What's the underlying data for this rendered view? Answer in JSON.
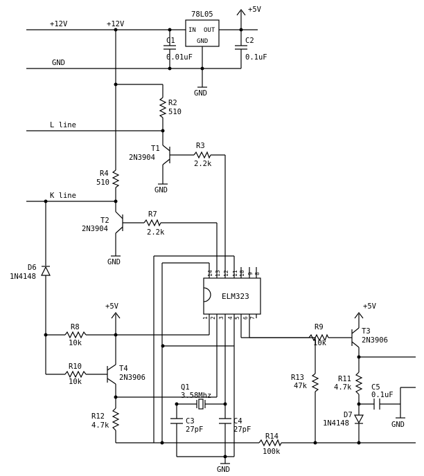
{
  "nets": {
    "v12": "+12V",
    "v12b": "+12V",
    "gnd_line": "GND",
    "l_line": "L line",
    "k_line": "K line",
    "v5_top": "+5V",
    "v5_t4": "+5V",
    "v5_t3": "+5V",
    "gnd_reg": "GND",
    "gnd_t1": "GND",
    "gnd_t2": "GND",
    "gnd_bottom": "GND",
    "gnd_c5": "GND"
  },
  "regulator": {
    "part": "78L05",
    "in": "IN",
    "out": "OUT",
    "gnd": "GND"
  },
  "ic": {
    "name": "ELM323",
    "pins": [
      "14",
      "13",
      "12",
      "11",
      "10",
      "9",
      "8",
      "1",
      "2",
      "3",
      "4",
      "5",
      "6",
      "7"
    ]
  },
  "components": {
    "c1": {
      "ref": "C1",
      "value": "0.01uF"
    },
    "c2": {
      "ref": "C2",
      "value": "0.1uF"
    },
    "r2": {
      "ref": "R2",
      "value": "510"
    },
    "t1": {
      "ref": "T1",
      "value": "2N3904"
    },
    "r3": {
      "ref": "R3",
      "value": "2.2k"
    },
    "r4": {
      "ref": "R4",
      "value": "510"
    },
    "t2": {
      "ref": "T2",
      "value": "2N3904"
    },
    "r7": {
      "ref": "R7",
      "value": "2.2k"
    },
    "d6": {
      "ref": "D6",
      "value": "1N4148"
    },
    "r8": {
      "ref": "R8",
      "value": "10k"
    },
    "r10": {
      "ref": "R10",
      "value": "10k"
    },
    "t4": {
      "ref": "T4",
      "value": "2N3906"
    },
    "r12": {
      "ref": "R12",
      "value": "4.7k"
    },
    "q1": {
      "ref": "Q1",
      "value": "3.58Mhz"
    },
    "c3": {
      "ref": "C3",
      "value": "27pF"
    },
    "c4": {
      "ref": "C4",
      "value": "27pF"
    },
    "r13": {
      "ref": "R13",
      "value": "47k"
    },
    "r14": {
      "ref": "R14",
      "value": "100k"
    },
    "r9": {
      "ref": "R9",
      "value": "10k"
    },
    "t3": {
      "ref": "T3",
      "value": "2N3906"
    },
    "r11": {
      "ref": "R11",
      "value": "4.7k"
    },
    "c5": {
      "ref": "C5",
      "value": "0.1uF"
    },
    "d7": {
      "ref": "D7",
      "value": "1N4148"
    }
  }
}
